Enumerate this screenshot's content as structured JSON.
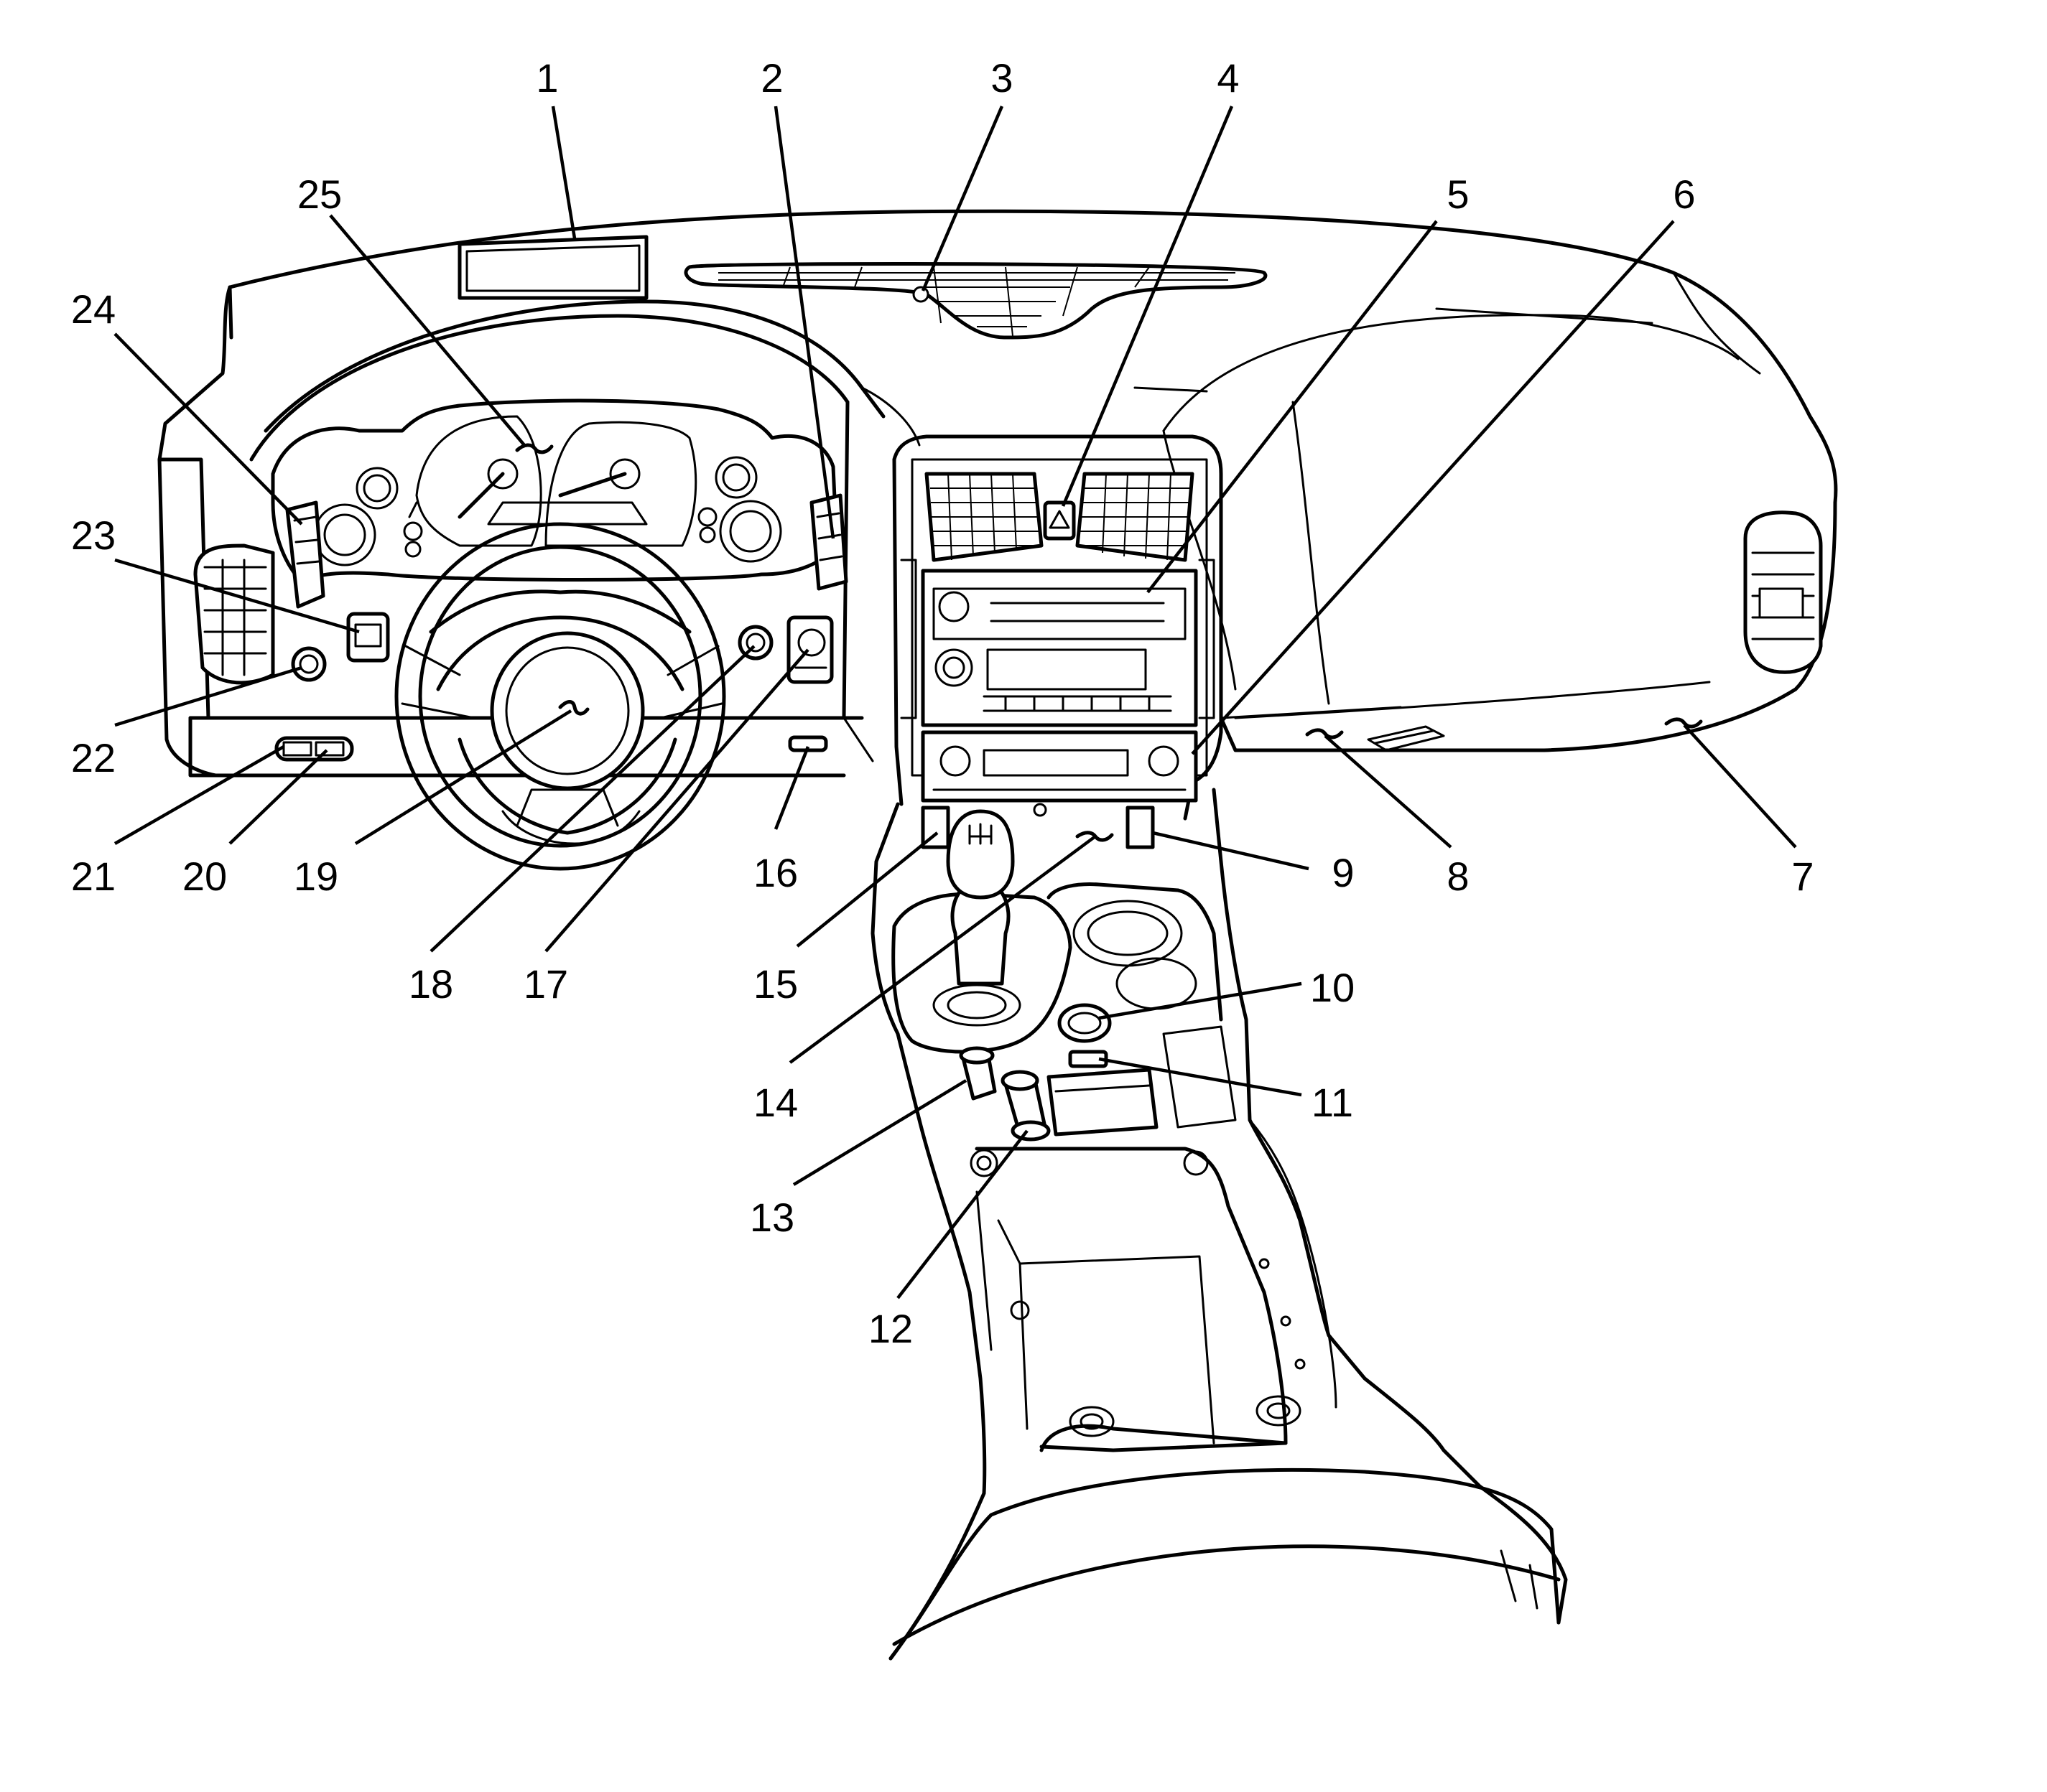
{
  "diagram": {
    "type": "exploded instrument panel and center console illustration",
    "callouts": [
      {
        "id": "1",
        "label": "1"
      },
      {
        "id": "2",
        "label": "2"
      },
      {
        "id": "3",
        "label": "3"
      },
      {
        "id": "4",
        "label": "4"
      },
      {
        "id": "5",
        "label": "5"
      },
      {
        "id": "6",
        "label": "6"
      },
      {
        "id": "7",
        "label": "7"
      },
      {
        "id": "8",
        "label": "8"
      },
      {
        "id": "9",
        "label": "9"
      },
      {
        "id": "10",
        "label": "10"
      },
      {
        "id": "11",
        "label": "11"
      },
      {
        "id": "12",
        "label": "12"
      },
      {
        "id": "13",
        "label": "13"
      },
      {
        "id": "14",
        "label": "14"
      },
      {
        "id": "15",
        "label": "15"
      },
      {
        "id": "16",
        "label": "16"
      },
      {
        "id": "17",
        "label": "17"
      },
      {
        "id": "18",
        "label": "18"
      },
      {
        "id": "19",
        "label": "19"
      },
      {
        "id": "20",
        "label": "20"
      },
      {
        "id": "21",
        "label": "21"
      },
      {
        "id": "22",
        "label": "22"
      },
      {
        "id": "23",
        "label": "23"
      },
      {
        "id": "24",
        "label": "24"
      },
      {
        "id": "25",
        "label": "25"
      }
    ]
  }
}
